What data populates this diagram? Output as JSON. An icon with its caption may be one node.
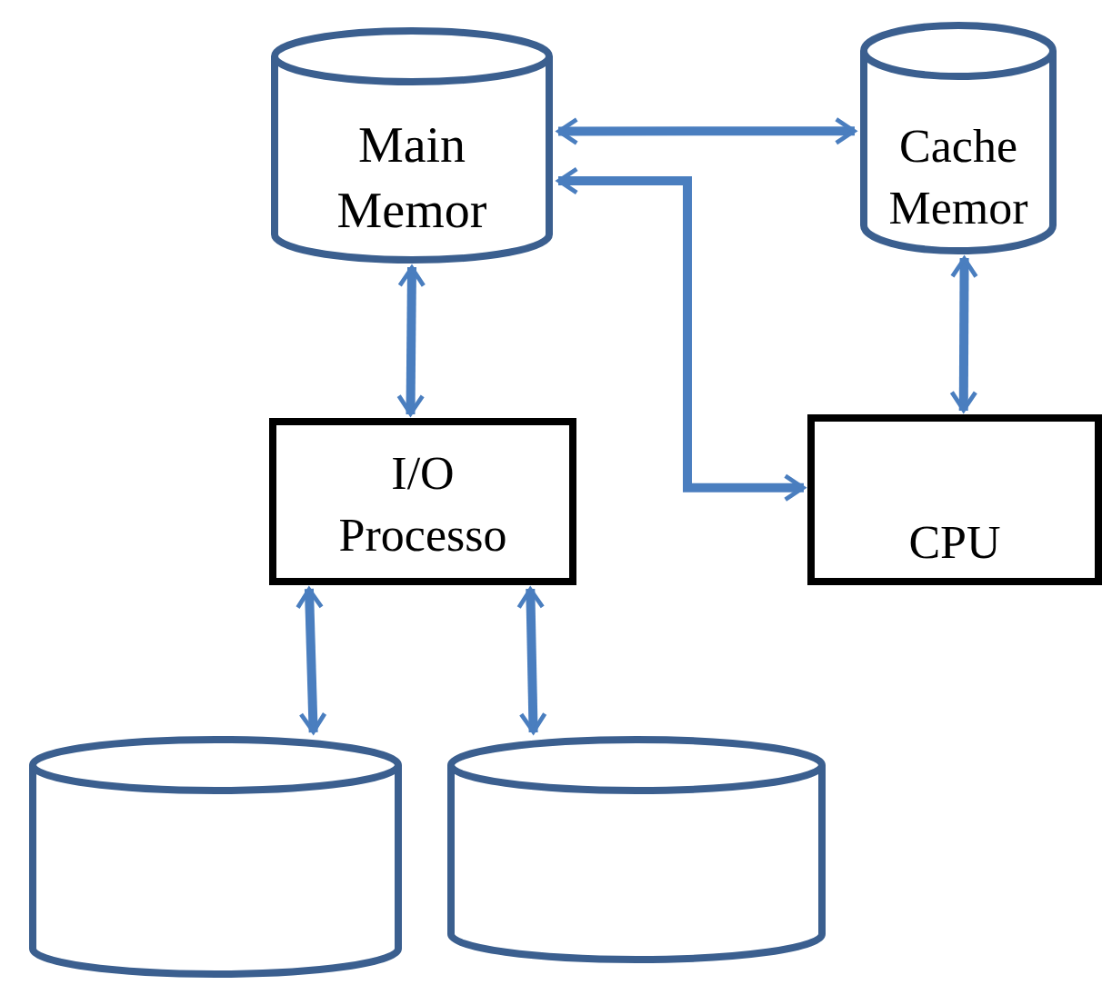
{
  "diagram": {
    "nodes": [
      {
        "text": [
          "Main Memor"
        ]
      },
      {
        "text": [
          "Cache Memor"
        ]
      },
      {
        "text": [
          "I/O Processo"
        ]
      },
      {
        "text": [
          "CPU"
        ]
      },
      {
        "text": [],
        "shape": "cylinder"
      },
      {
        "text": [],
        "shape": "cylinder"
      }
    ],
    "edges": [
      {
        "from": 0,
        "to": 1,
        "arrow": "both"
      },
      {
        "from": 0,
        "to": 3,
        "arrow": "both"
      },
      {
        "from": 0,
        "to": 2,
        "arrow": "both"
      },
      {
        "from": 1,
        "to": 3,
        "arrow": "both"
      },
      {
        "from": 2,
        "to": 4,
        "arrow": "both"
      },
      {
        "from": 2,
        "to": 5,
        "arrow": "both"
      }
    ]
  }
}
